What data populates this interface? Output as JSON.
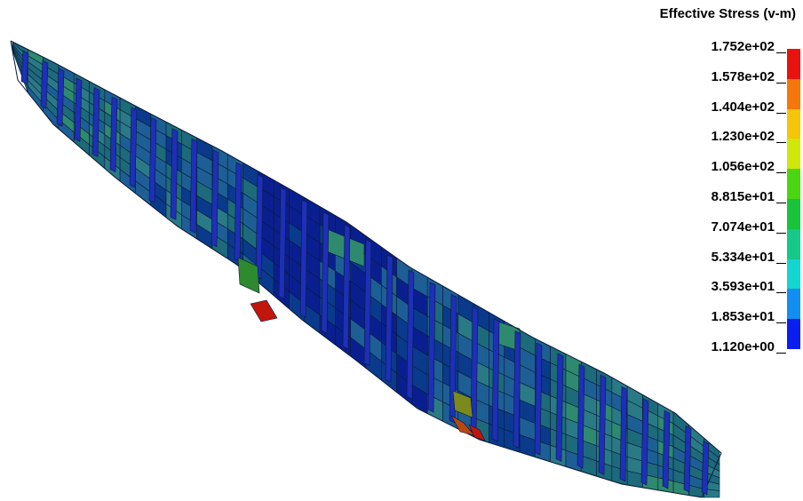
{
  "legend": {
    "title": "Effective Stress (v-m)",
    "levels": [
      "1.752e+02",
      "1.578e+02",
      "1.404e+02",
      "1.230e+02",
      "1.056e+02",
      "8.815e+01",
      "7.074e+01",
      "5.334e+01",
      "3.593e+01",
      "1.853e+01",
      "1.120e+00"
    ],
    "colors": [
      "#e8120f",
      "#f5760a",
      "#f5c50a",
      "#cfe80a",
      "#4bd612",
      "#17c43a",
      "#14c98a",
      "#12d6d0",
      "#128ef0",
      "#0a1ef0"
    ]
  },
  "model": {
    "base_colors": [
      "#0a1f8f",
      "#0a3a8c",
      "#1d5f94",
      "#2a7a86",
      "#1c6a7a",
      "#2e8a6e"
    ],
    "stiffener_color": "#1e2fb8",
    "hot_colors": [
      "#c0160e",
      "#b9470e",
      "#7a8a1c",
      "#2e8a2e"
    ],
    "edge_color": "#0a1a3a"
  }
}
